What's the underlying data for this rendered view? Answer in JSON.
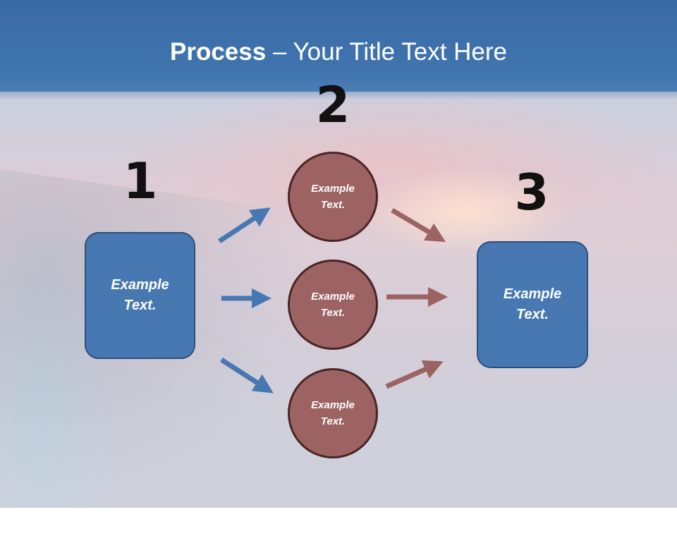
{
  "slide": {
    "title_bold": "Process",
    "title_rest": " – Your Title Text Here"
  },
  "steps": {
    "step1_number": "1",
    "step2_number": "2",
    "step3_number": "3"
  },
  "left_box": {
    "text": "Example Text."
  },
  "circles": [
    {
      "text": "Example Text."
    },
    {
      "text": "Example Text."
    },
    {
      "text": "Example Text."
    }
  ],
  "right_box": {
    "text": "Example Text."
  },
  "colors": {
    "header": "#3f73ae",
    "box_fill": "#4778b2",
    "box_border": "#2b4f7c",
    "circle_fill": "#9d6363",
    "circle_border": "#4a2424",
    "arrow_blue": "#4778b2",
    "arrow_red": "#9d6363",
    "number_color": "#111111"
  }
}
